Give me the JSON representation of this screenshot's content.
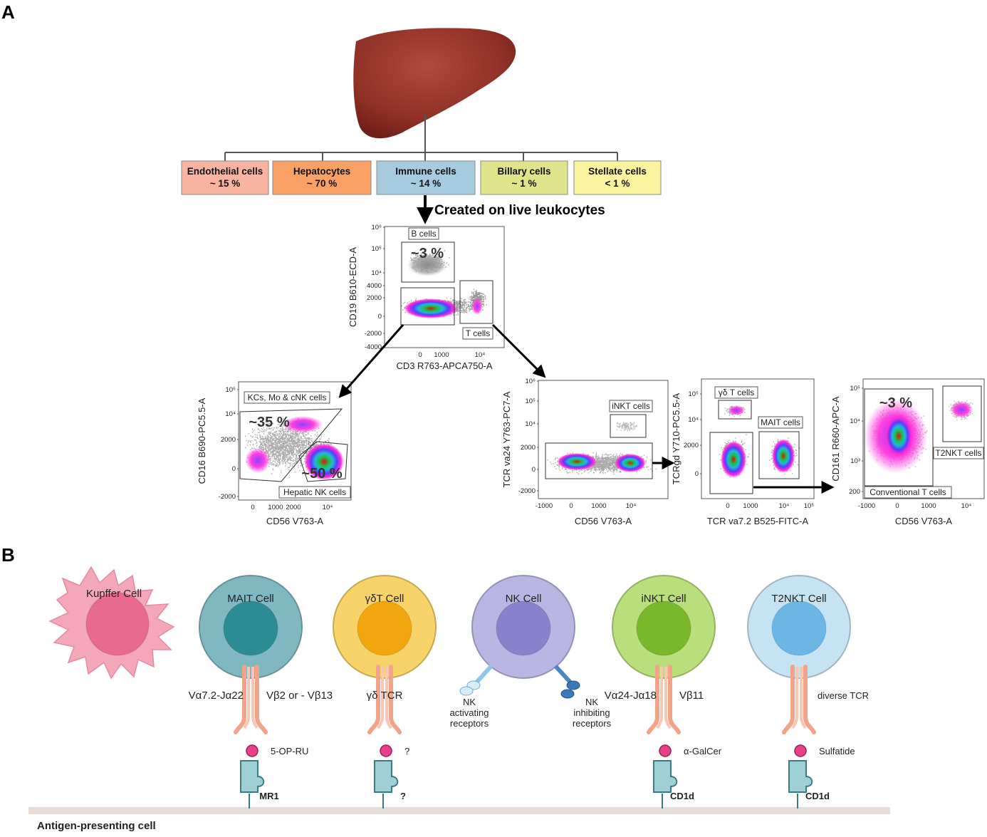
{
  "panelA": {
    "letter": "A",
    "fractions": [
      {
        "name": "Endothelial cells",
        "pct": "~ 15 %",
        "color": "#f9b3a1"
      },
      {
        "name": "Hepatocytes",
        "pct": "~ 70 %",
        "color": "#f9a064"
      },
      {
        "name": "Immune cells",
        "pct": "~ 14 %",
        "color": "#a6cbdf"
      },
      {
        "name": "Billary cells",
        "pct": "~ 1 %",
        "color": "#dfe38a"
      },
      {
        "name": "Stellate cells",
        "pct": "< 1 %",
        "color": "#fbf39e"
      }
    ],
    "arrow_caption": "Created on live leukocytes",
    "plot1": {
      "ylabel": "CD19 B610-ECD-A",
      "xlabel": "CD3 R763-APCA750-A",
      "yticks": [
        "10⁶",
        "10⁵",
        "10⁴",
        "4000",
        "2000",
        "0",
        "-2000",
        "-4000"
      ],
      "xticks": [
        "0",
        "1000",
        "10⁴"
      ],
      "gate_b": "B cells",
      "gate_b_pct": "~3 %",
      "gate_t": "T cells"
    },
    "plot2": {
      "ylabel": "CD16 B690-PC5.5-A",
      "xlabel": "CD56 V763-A",
      "yticks": [
        "10⁵",
        "10⁴",
        "2000",
        "0",
        "-2000"
      ],
      "xticks": [
        "0",
        "1000",
        "2000",
        "10⁴"
      ],
      "gate_top": "KCs, Mo & cNK cells",
      "gate_top_pct": "~35 %",
      "gate_bottom": "Hepatic NK cells",
      "gate_bottom_pct": "~50 %"
    },
    "plot3": {
      "ylabel": "TCR va24 Y763-PC7-A",
      "xlabel": "CD56 V763-A",
      "yticks": [
        "10⁶",
        "10⁵",
        "10⁴",
        "2000",
        "0",
        "-2000"
      ],
      "xticks": [
        "-1000",
        "0",
        "1000",
        "10⁴"
      ],
      "gate_inkt": "iNKT cells"
    },
    "plot4": {
      "ylabel": "TCRgd Y710-PC5.5-A",
      "xlabel": "TCR va7.2 B525-FITC-A",
      "yticks": [
        "10⁵",
        "10⁴",
        "2000",
        "0"
      ],
      "xticks": [
        "0",
        "1000",
        "10⁴",
        "10⁵"
      ],
      "gate_gd": "γδ T cells",
      "gate_mait": "MAIT cells"
    },
    "plot5": {
      "ylabel": "CD161 R660-APC-A",
      "xlabel": "CD56 V763-A",
      "yticks": [
        "10⁵",
        "10⁴",
        "10³",
        "200"
      ],
      "xticks": [
        "-1000",
        "0",
        "1000",
        "10⁴"
      ],
      "gate_conv": "Conventional T cells",
      "gate_conv_pct": "~3 %",
      "gate_t2nkt": "T2NKT cells"
    }
  },
  "panelB": {
    "letter": "B",
    "apc_label": "Antigen-presenting cell",
    "cells": [
      {
        "name": "Kupffer Cell",
        "color": "#f4a7b9"
      },
      {
        "name": "MAIT Cell",
        "color": "#7fb8c0",
        "receptor_left": "Vα7.2-Jα22",
        "receptor_right": "Vβ2 or - Vβ13",
        "antigen": "5-OP-RU",
        "presenter": "MR1"
      },
      {
        "name": "γδT Cell",
        "color": "#f7d36a",
        "receptor_left": "γδ TCR",
        "antigen": "?",
        "presenter": "?"
      },
      {
        "name": "NK Cell",
        "color": "#b9b6e3",
        "recep_act": [
          "NK",
          "activating",
          "receptors"
        ],
        "recep_inh": [
          "NK",
          "inhibiting",
          "receptors"
        ]
      },
      {
        "name": "iNKT Cell",
        "color": "#b9de7c",
        "receptor_left": "Vα24-Jα18",
        "receptor_right": "Vβ11",
        "antigen": "α-GalCer",
        "presenter": "CD1d"
      },
      {
        "name": "T2NKT Cell",
        "color": "#c6e3f3",
        "receptor_right": "diverse  TCR",
        "antigen": "Sulfatide",
        "presenter": "CD1d"
      }
    ]
  }
}
